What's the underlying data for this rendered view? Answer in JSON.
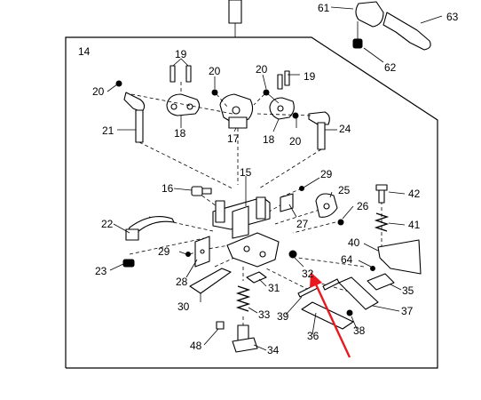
{
  "diagram": {
    "box_label": "14",
    "callouts": [
      "61",
      "63",
      "62",
      "19",
      "20",
      "20",
      "19",
      "20",
      "21",
      "18",
      "17",
      "18",
      "20",
      "24",
      "15",
      "16",
      "29",
      "25",
      "22",
      "27",
      "26",
      "42",
      "41",
      "29",
      "40",
      "64",
      "23",
      "28",
      "31",
      "32",
      "35",
      "30",
      "33",
      "39",
      "37",
      "36",
      "38",
      "48",
      "34"
    ],
    "arrow_color": "#e8191f"
  }
}
